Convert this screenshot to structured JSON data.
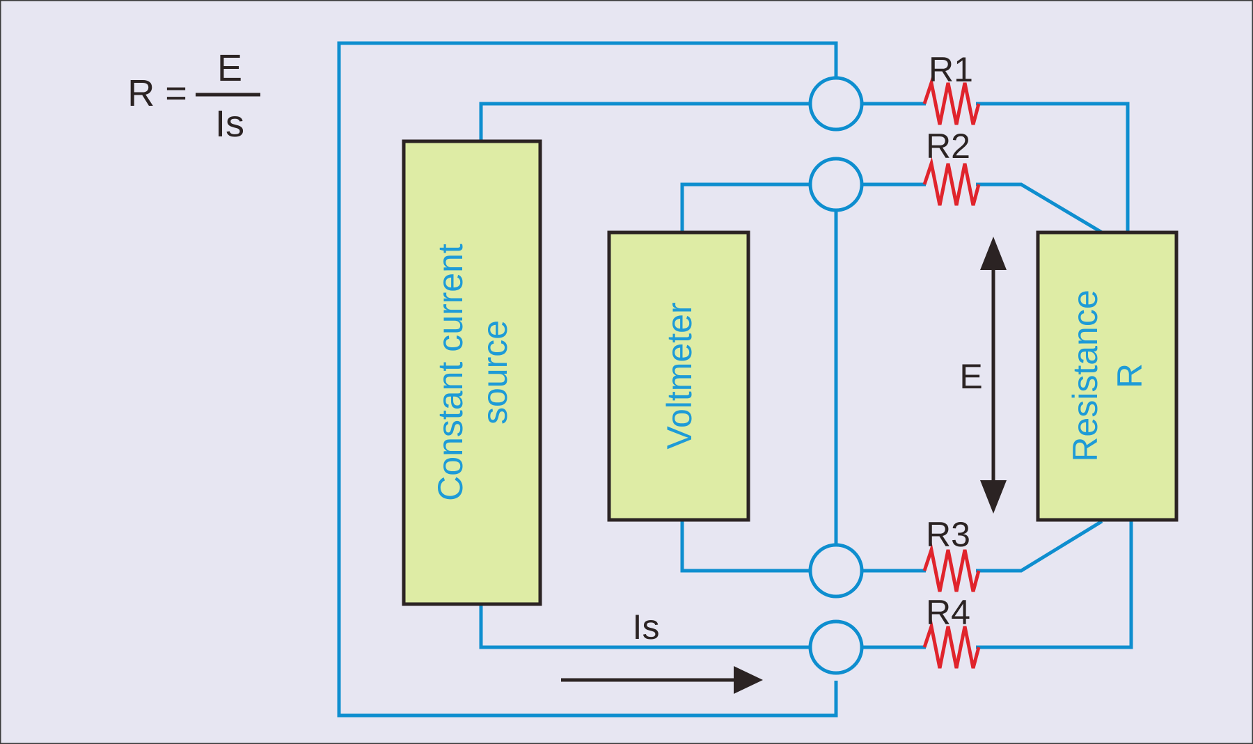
{
  "formula": {
    "lhs": "R =",
    "numerator": "E",
    "denominator": "Is"
  },
  "boxes": {
    "source_line1": "Constant current",
    "source_line2": "source",
    "voltmeter": "Voltmeter",
    "resistance_line1": "Resistance",
    "resistance_line2": "R"
  },
  "resistors": {
    "r1": "R1",
    "r2": "R2",
    "r3": "R3",
    "r4": "R4"
  },
  "labels": {
    "voltage": "E",
    "current": "Is"
  },
  "colors": {
    "background": "#e7e6f2",
    "wire": "#0e8ecf",
    "box_fill": "#deeca5",
    "box_stroke": "#2b2323",
    "box_text": "#1e9bd7",
    "resistor": "#e0242c",
    "text": "#2b2323"
  }
}
